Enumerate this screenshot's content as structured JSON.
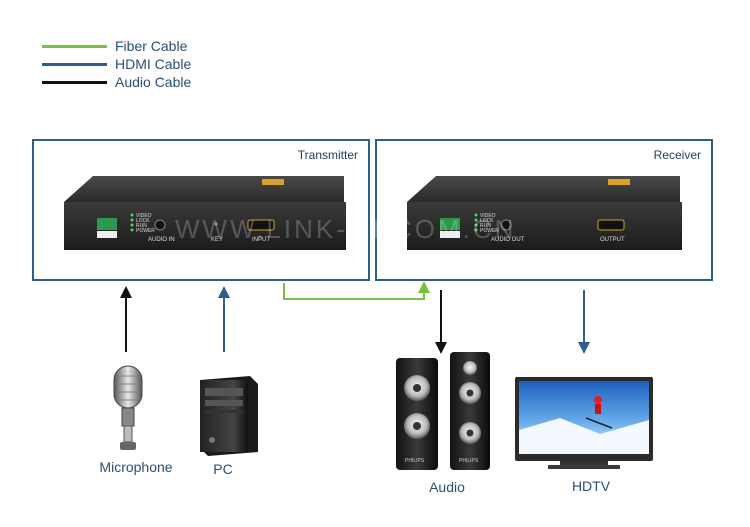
{
  "legend": [
    {
      "label": "Fiber Cable",
      "color": "#7ac043"
    },
    {
      "label": "HDMI Cable",
      "color": "#2e5f8a"
    },
    {
      "label": "Audio Cable",
      "color": "#111111"
    }
  ],
  "transmitter": {
    "title": "Transmitter",
    "leds": [
      "VIDEO",
      "LOCK",
      "RUN",
      "POWER"
    ],
    "audio_label": "AUDIO IN",
    "key_label": "KEY",
    "port_label": "INPUT"
  },
  "receiver": {
    "title": "Receiver",
    "leds": [
      "VIDEO",
      "LOCK",
      "RUN",
      "POWER"
    ],
    "audio_label": "AUDIO OUT",
    "port_label": "OUTPUT"
  },
  "watermark": "WWW.LINK-MI.COM.CN",
  "devices": {
    "microphone": "Microphone",
    "pc": "PC",
    "audio": "Audio",
    "hdtv": "HDTV"
  },
  "speaker_brand": "PHILIPS"
}
